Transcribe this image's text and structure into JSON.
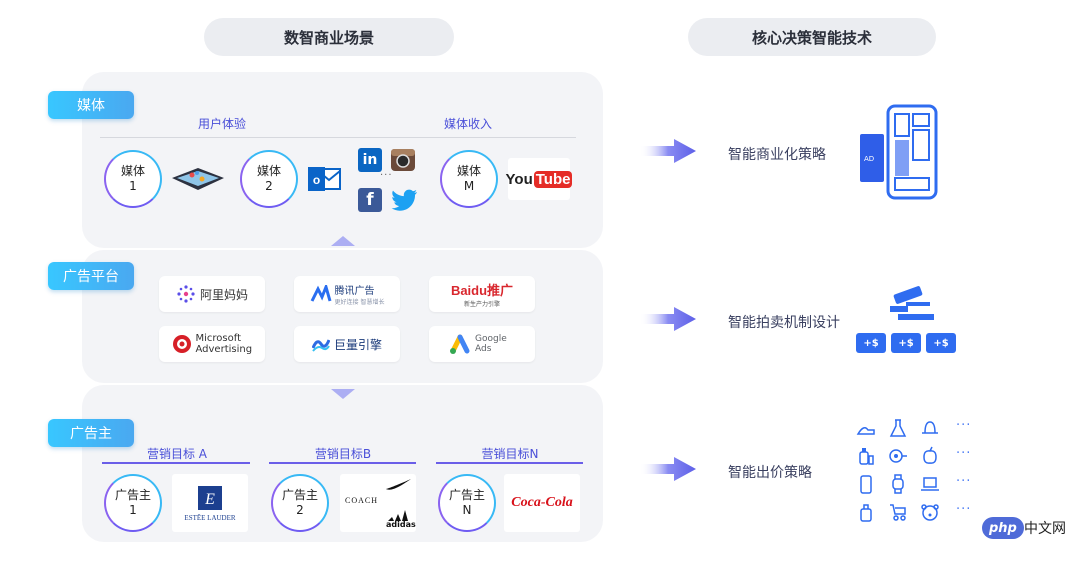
{
  "headers": {
    "left": "数智商业场景",
    "right": "核心决策智能技术"
  },
  "media": {
    "tag": "媒体",
    "sub_left": "用户体验",
    "sub_right": "媒体收入",
    "circles": [
      [
        "媒体",
        "1"
      ],
      [
        "媒体",
        "2"
      ],
      [
        "媒体",
        "M"
      ]
    ],
    "logos": {
      "linkedin": "in",
      "facebook": "f",
      "youtube_a": "You",
      "youtube_b": "Tube",
      "dots": "···"
    }
  },
  "platform": {
    "tag": "广告平台",
    "cards": [
      "阿里妈妈",
      "腾讯广告",
      "Baidu推广",
      "Microsoft Advertising",
      "巨量引擎",
      "Google Ads"
    ],
    "card_small": {
      "tencent_sub": "更好连接  智慧增长",
      "baidu_sub": "新生产力引擎"
    }
  },
  "advertiser": {
    "tag": "广告主",
    "goals": [
      "营销目标 A",
      "营销目标B",
      "营销目标N"
    ],
    "circles": [
      [
        "广告主",
        "1"
      ],
      [
        "广告主",
        "2"
      ],
      [
        "广告主",
        "N"
      ]
    ],
    "brands": {
      "estee": "ESTĒE LAUDER",
      "coach": "COACH",
      "nike": "NIKE",
      "adidas": "adidas",
      "coca": "Coca-Cola"
    }
  },
  "strategies": [
    "智能商业化策略",
    "智能拍卖机制设计",
    "智能出价策略"
  ],
  "strategy_art": {
    "ad_label": "AD",
    "bids": [
      "+$",
      "+$",
      "+$"
    ],
    "dots": "···"
  },
  "watermark": {
    "php": "php",
    "site": "中文网"
  },
  "colors": {
    "accent": "#38b9f5",
    "purple": "#6a5ee8",
    "arrow": "#6e6ef0"
  }
}
